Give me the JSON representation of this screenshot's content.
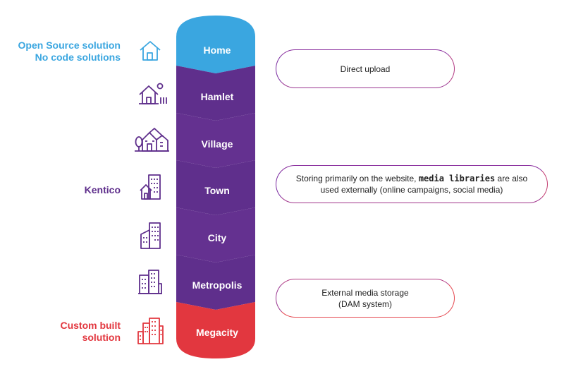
{
  "colors": {
    "blue": "#3aa6e0",
    "purple": "#6a3290",
    "purple_dark": "#552679",
    "red": "#e2373f",
    "callout_border_start": "#7a2aa0",
    "callout_border_end": "#e5474f"
  },
  "stages": [
    {
      "label": "Home",
      "color": "#3aa6e0",
      "icon": "house-icon"
    },
    {
      "label": "Hamlet",
      "color": "#5f2f8c",
      "icon": "house-with-sun-icon"
    },
    {
      "label": "Village",
      "color": "#643190",
      "icon": "village-houses-icon"
    },
    {
      "label": "Town",
      "color": "#5f2f8c",
      "icon": "town-buildings-icon"
    },
    {
      "label": "City",
      "color": "#643190",
      "icon": "city-buildings-icon"
    },
    {
      "label": "Metropolis",
      "color": "#5f2f8c",
      "icon": "metropolis-buildings-icon"
    },
    {
      "label": "Megacity",
      "color": "#e2373f",
      "icon": "megacity-buildings-icon"
    }
  ],
  "left_labels": [
    {
      "lines": [
        "Open Source solution",
        "No code solutions"
      ],
      "color": "#3aa6e0"
    },
    {
      "lines": [
        "Kentico"
      ],
      "color": "#5f2f8c"
    },
    {
      "lines": [
        "Custom built",
        "solution"
      ],
      "color": "#e2373f"
    }
  ],
  "callouts": [
    {
      "lines": [
        "Direct upload"
      ]
    },
    {
      "line1_before": "Storing primarily on the website, ",
      "line1_bold": "media libraries",
      "line1_after": " are also",
      "line2": "used externally (online campaigns, social media)"
    },
    {
      "lines": [
        "External media storage",
        "(DAM system)"
      ]
    }
  ]
}
